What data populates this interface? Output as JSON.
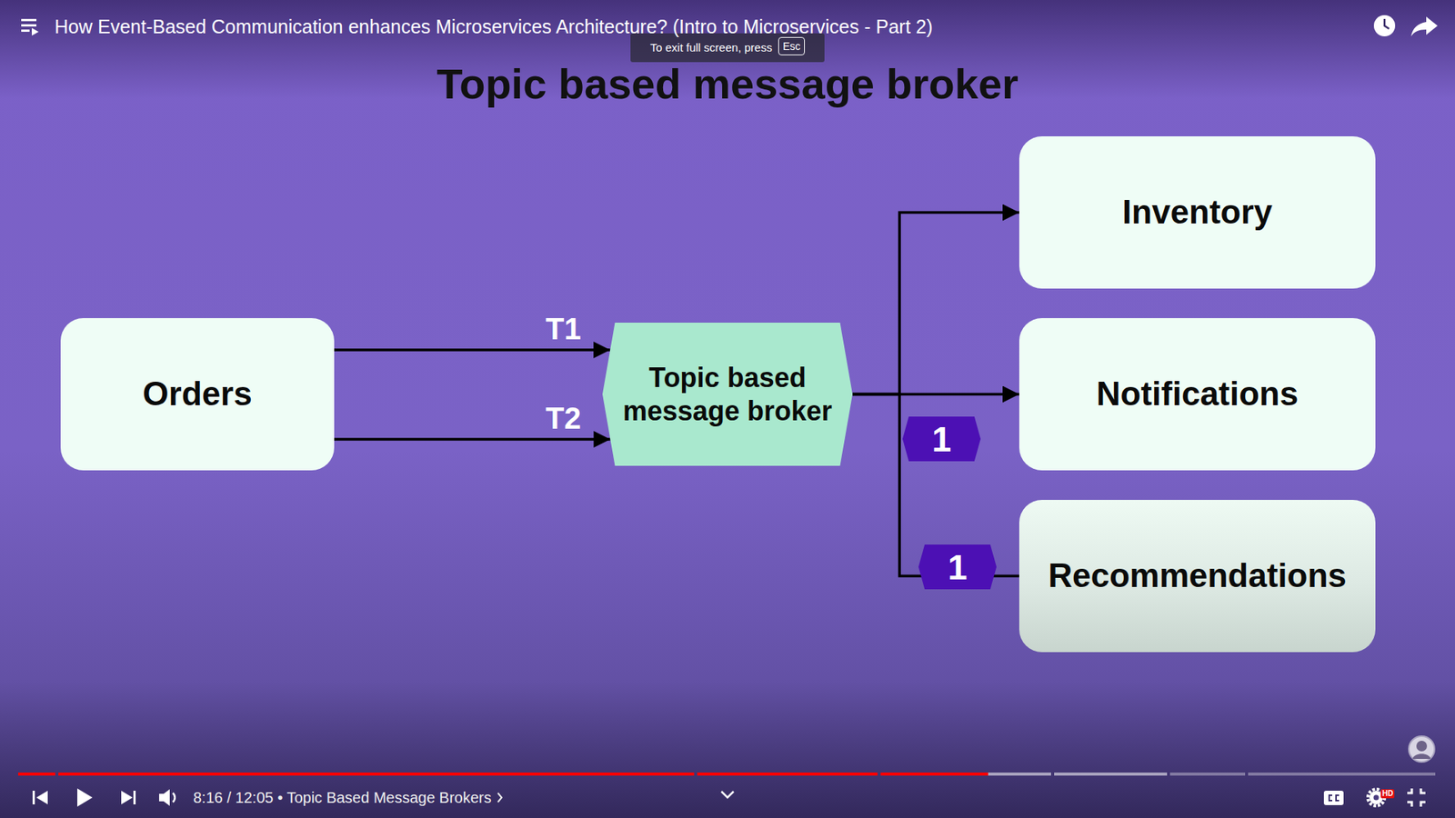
{
  "diagram": {
    "title": "Topic based message broker",
    "nodes": [
      {
        "text": [
          "Orders"
        ]
      },
      {
        "text": [
          "Topic based message broker"
        ]
      },
      {
        "text": [
          "Inventory"
        ]
      },
      {
        "text": [
          "Notifications"
        ]
      },
      {
        "text": [
          "Recommendations"
        ]
      }
    ],
    "edges": [
      {
        "from": 0,
        "to": 1,
        "label": "T1",
        "arrow": "to"
      },
      {
        "from": 0,
        "to": 1,
        "label": "T2",
        "arrow": "to"
      },
      {
        "from": 1,
        "to": 2,
        "arrow": "to"
      },
      {
        "from": 1,
        "to": 3,
        "arrow": "to"
      },
      {
        "from": 1,
        "to": 4,
        "arrow": "none"
      }
    ],
    "labels": [
      "How Event-Based Communication enhances Microservices Architecture? (Intro to Microservices - Part 2)",
      "To exit full screen, press",
      "Esc",
      "1",
      "1",
      "8:16 / 12:05 • Topic Based Message Brokers",
      "HD"
    ]
  }
}
